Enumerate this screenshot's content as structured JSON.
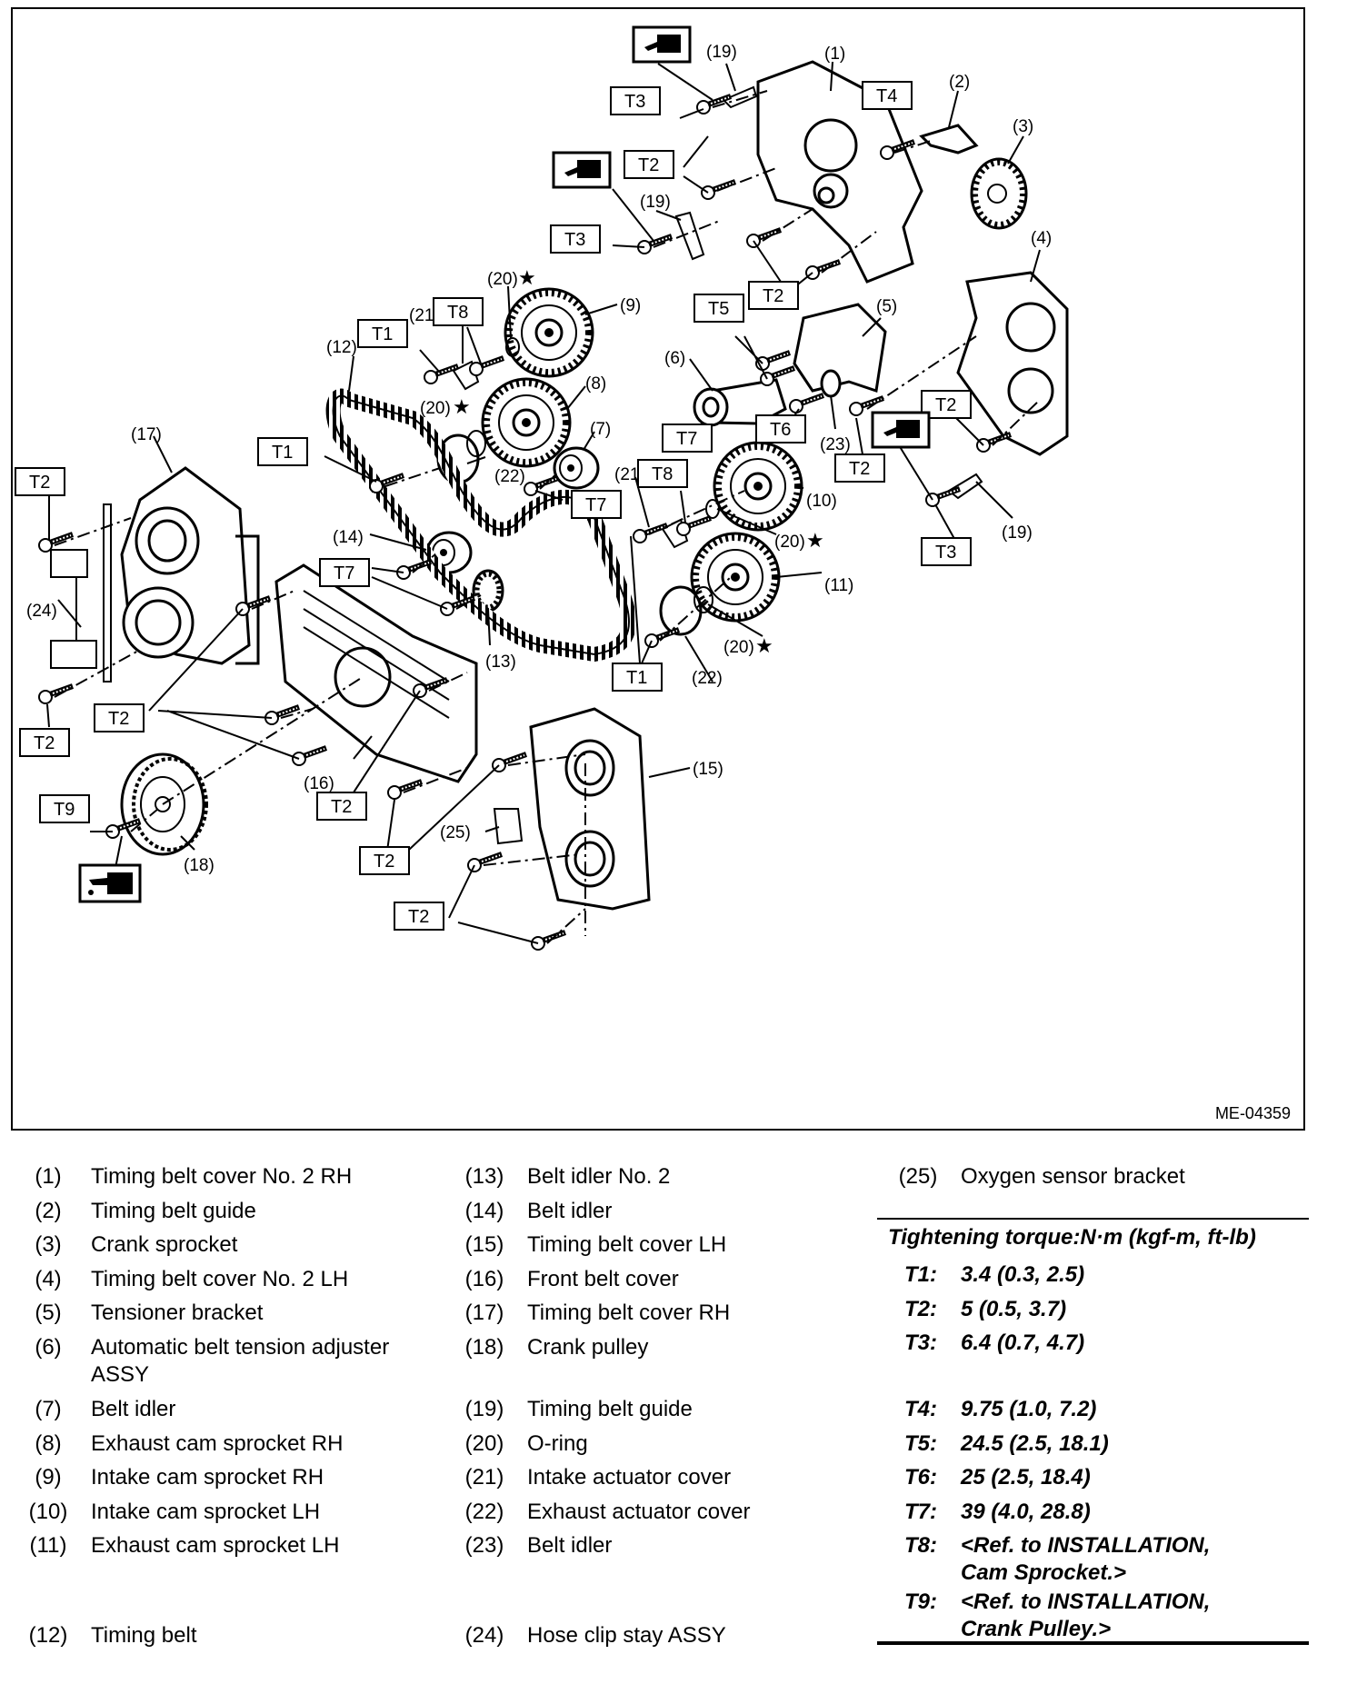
{
  "figure_id": "ME-04359",
  "diagram_labels": {
    "p1": "(1)",
    "p2": "(2)",
    "p3": "(3)",
    "p4": "(4)",
    "p5": "(5)",
    "p6": "(6)",
    "p7": "(7)",
    "p8": "(8)",
    "p9": "(9)",
    "p10": "(10)",
    "p11": "(11)",
    "p12": "(12)",
    "p13": "(13)",
    "p14": "(14)",
    "p15": "(15)",
    "p16": "(16)",
    "p17": "(17)",
    "p18": "(18)",
    "p19": "(19)",
    "p20": "(20)",
    "p21": "(21)",
    "p22": "(22)",
    "p23": "(23)",
    "p24": "(24)",
    "p25": "(25)",
    "t1": "T1",
    "t2": "T2",
    "t3": "T3",
    "t4": "T4",
    "t5": "T5",
    "t6": "T6",
    "t7": "T7",
    "t8": "T8",
    "t9": "T9",
    "star": "★"
  },
  "parts": [
    {
      "num": "(1)",
      "name": "Timing belt cover No. 2 RH"
    },
    {
      "num": "(2)",
      "name": "Timing belt guide"
    },
    {
      "num": "(3)",
      "name": "Crank sprocket"
    },
    {
      "num": "(4)",
      "name": "Timing belt cover No. 2 LH"
    },
    {
      "num": "(5)",
      "name": "Tensioner bracket"
    },
    {
      "num": "(6)",
      "name": "Automatic belt tension adjuster ASSY"
    },
    {
      "num": "(7)",
      "name": "Belt idler"
    },
    {
      "num": "(8)",
      "name": "Exhaust cam sprocket RH"
    },
    {
      "num": "(9)",
      "name": "Intake cam sprocket RH"
    },
    {
      "num": "(10)",
      "name": "Intake cam sprocket LH"
    },
    {
      "num": "(11)",
      "name": "Exhaust cam sprocket LH"
    },
    {
      "num": "(12)",
      "name": "Timing belt"
    },
    {
      "num": "(13)",
      "name": "Belt idler No. 2"
    },
    {
      "num": "(14)",
      "name": "Belt idler"
    },
    {
      "num": "(15)",
      "name": "Timing belt cover LH"
    },
    {
      "num": "(16)",
      "name": "Front belt cover"
    },
    {
      "num": "(17)",
      "name": "Timing belt cover RH"
    },
    {
      "num": "(18)",
      "name": "Crank pulley"
    },
    {
      "num": "(19)",
      "name": "Timing belt guide"
    },
    {
      "num": "(20)",
      "name": "O-ring"
    },
    {
      "num": "(21)",
      "name": "Intake actuator cover"
    },
    {
      "num": "(22)",
      "name": "Exhaust actuator cover"
    },
    {
      "num": "(23)",
      "name": "Belt idler"
    },
    {
      "num": "(24)",
      "name": "Hose clip stay ASSY"
    },
    {
      "num": "(25)",
      "name": "Oxygen sensor bracket"
    }
  ],
  "torque": {
    "title": "Tightening torque:N·m (kgf-m, ft-lb)",
    "items": [
      {
        "code": "T1:",
        "value": "3.4 (0.3, 2.5)"
      },
      {
        "code": "T2:",
        "value": "5 (0.5, 3.7)"
      },
      {
        "code": "T3:",
        "value": "6.4 (0.7, 4.7)"
      },
      {
        "code": "T4:",
        "value": "9.75 (1.0, 7.2)"
      },
      {
        "code": "T5:",
        "value": "24.5 (2.5, 18.1)"
      },
      {
        "code": "T6:",
        "value": "25 (2.5, 18.4)"
      },
      {
        "code": "T7:",
        "value": "39 (4.0, 28.8)"
      },
      {
        "code": "T8:",
        "value": "<Ref. to INSTALLATION, Cam Sprocket.>"
      },
      {
        "code": "T9:",
        "value": "<Ref. to INSTALLATION, Crank Pulley.>"
      }
    ]
  }
}
